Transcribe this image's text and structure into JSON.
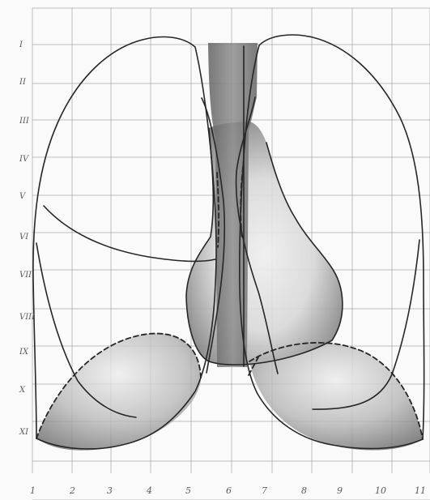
{
  "row_labels": [
    "I",
    "II",
    "III",
    "IV",
    "V",
    "VI",
    "VII",
    "VIII",
    "IX",
    "X",
    "XI"
  ],
  "column_labels": [
    "1",
    "2",
    "3",
    "4",
    "5",
    "6",
    "7",
    "8",
    "9",
    "10",
    "11"
  ],
  "colors": {
    "background": "#fafafa",
    "grid": "#8d8d8d",
    "outline": "#262626",
    "shadow": "#595959"
  }
}
